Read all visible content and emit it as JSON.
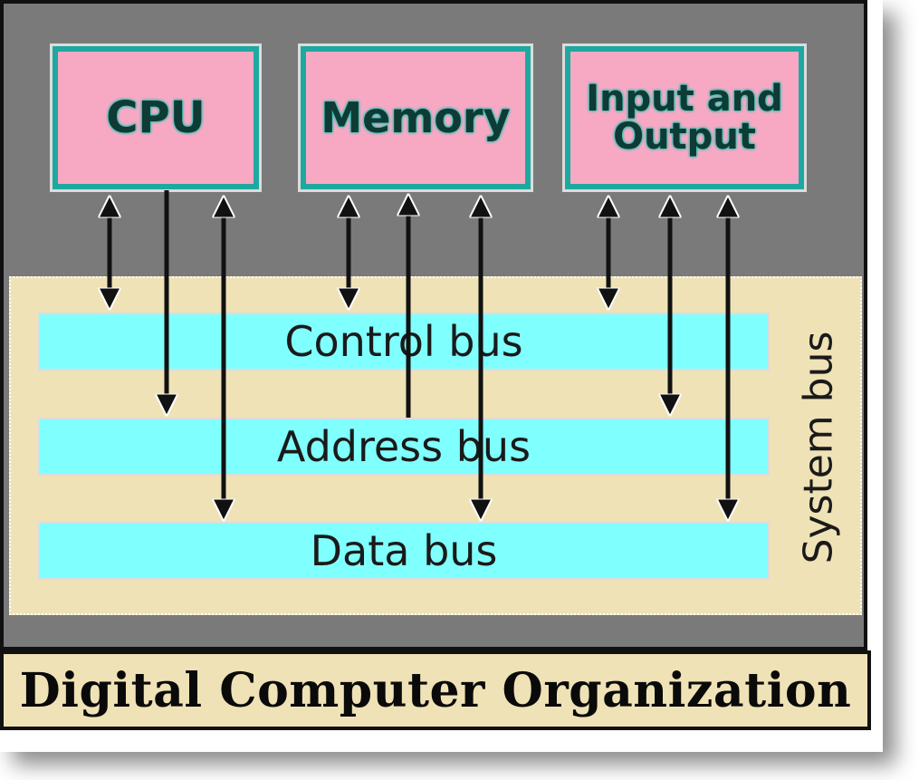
{
  "units": {
    "cpu": "CPU",
    "memory": "Memory",
    "io_line1": "Input and",
    "io_line2": "Output"
  },
  "buses": {
    "control": "Control bus",
    "address": "Address bus",
    "data": "Data bus"
  },
  "system_label": "System bus",
  "caption": "Digital Computer Organization",
  "colors": {
    "unit_fill": "#f7a9c4",
    "unit_border": "#1fa8a0",
    "bus_fill": "#80ffff",
    "system_region": "#efe2b6",
    "background": "#7a7a7a"
  }
}
